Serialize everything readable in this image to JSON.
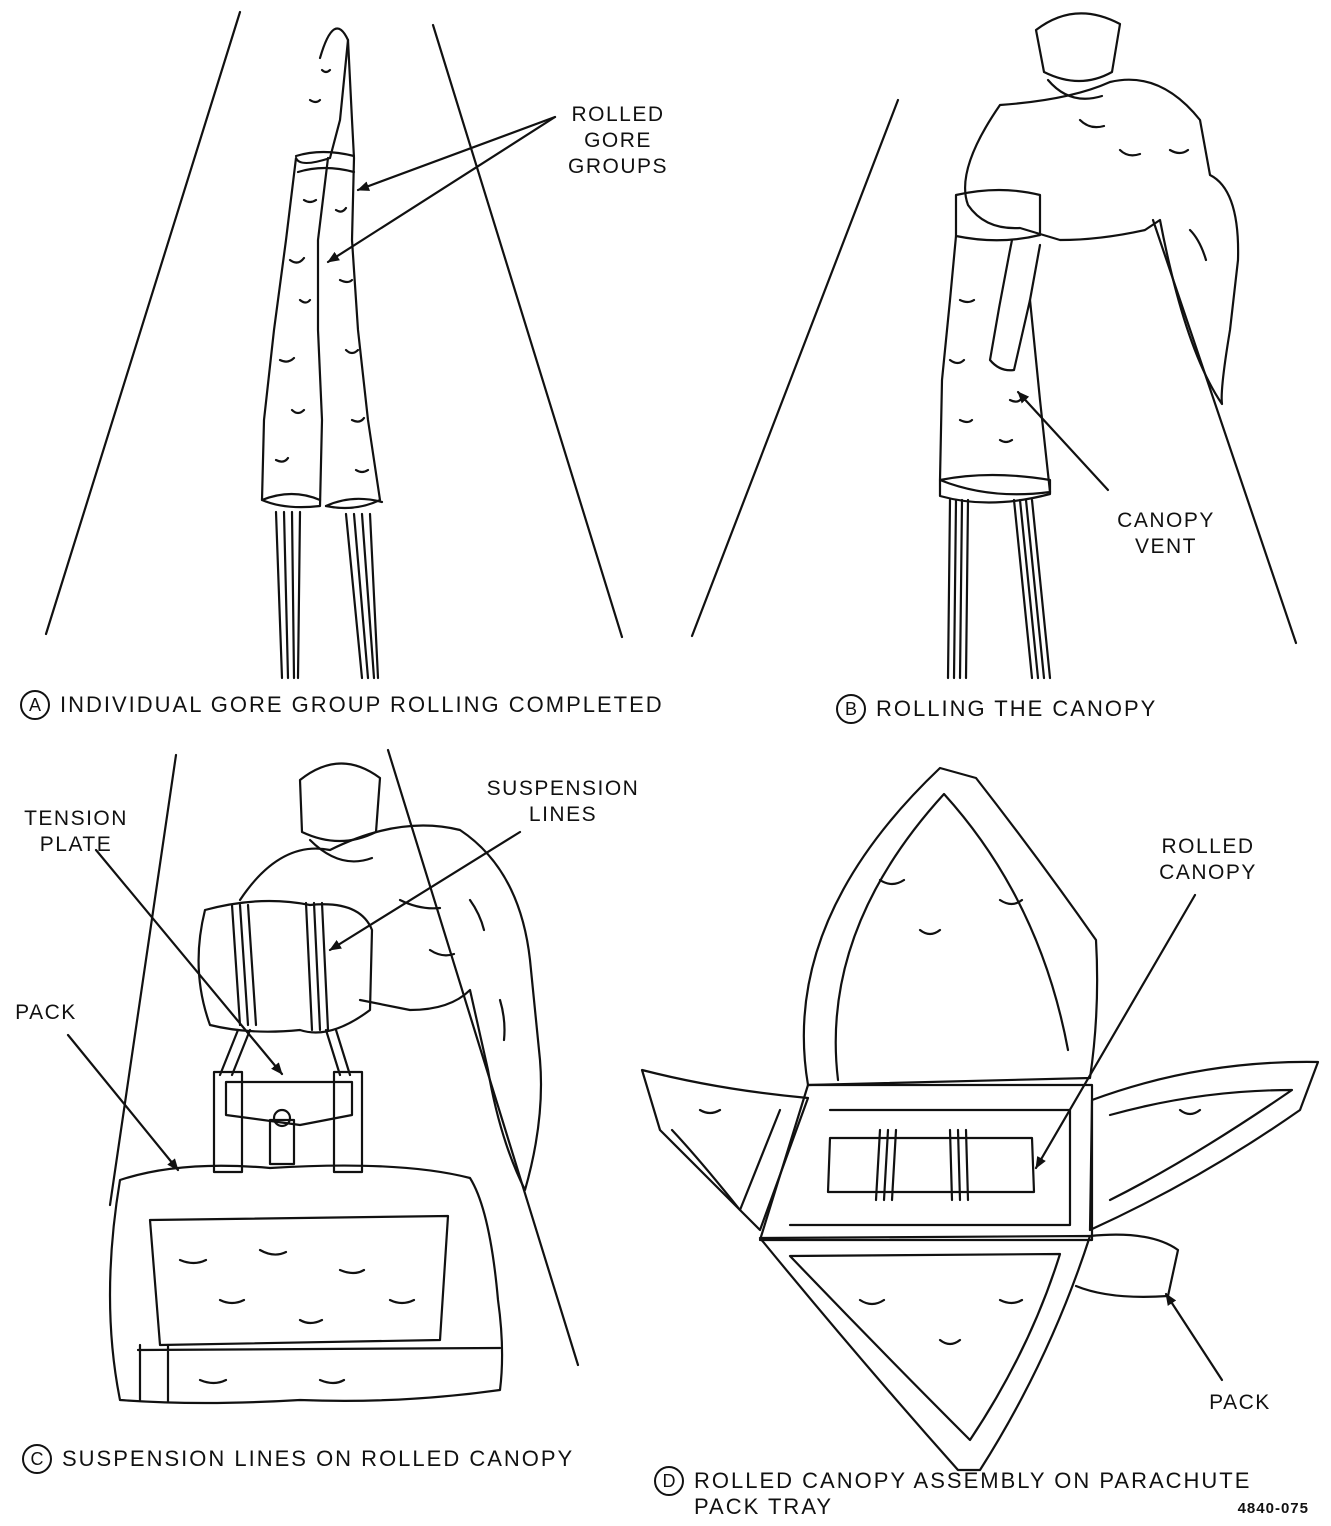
{
  "panels": [
    {
      "letter": "A",
      "caption": "INDIVIDUAL GORE GROUP ROLLING COMPLETED"
    },
    {
      "letter": "B",
      "caption": "ROLLING THE CANOPY"
    },
    {
      "letter": "C",
      "caption": "SUSPENSION LINES ON ROLLED CANOPY"
    },
    {
      "letter": "D",
      "caption_line1": "ROLLED CANOPY ASSEMBLY ON PARACHUTE",
      "caption_line2": "PACK TRAY"
    }
  ],
  "labels": {
    "rolled_gore_groups": [
      "ROLLED",
      "GORE",
      "GROUPS"
    ],
    "canopy_vent": [
      "CANOPY",
      "VENT"
    ],
    "tension_plate": [
      "TENSION",
      "PLATE"
    ],
    "suspension_lines": [
      "SUSPENSION",
      "LINES"
    ],
    "pack_c": "PACK",
    "rolled_canopy": [
      "ROLLED",
      "CANOPY"
    ],
    "pack_d": "PACK"
  },
  "figure_number": "4840-075"
}
